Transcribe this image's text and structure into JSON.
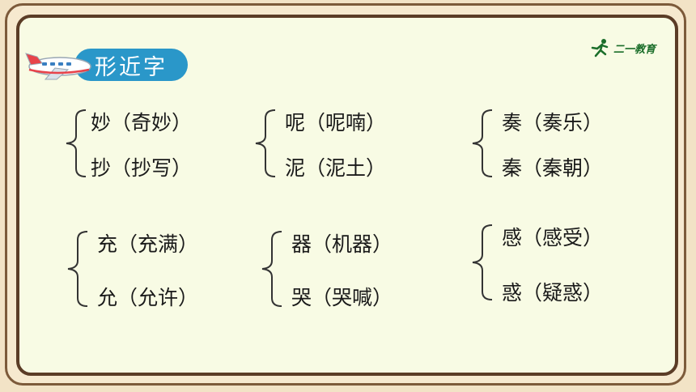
{
  "heading": {
    "title": "形近字",
    "icon": "airplane-icon"
  },
  "logo": {
    "text": "二一教育",
    "icon": "runner-icon"
  },
  "groups": [
    {
      "a": "妙（奇妙）",
      "b": "抄（抄写）"
    },
    {
      "a": "呢（呢喃）",
      "b": "泥（泥土）"
    },
    {
      "a": "奏（奏乐）",
      "b": "秦（秦朝）"
    },
    {
      "a": "充（充满）",
      "b": "允（允许）"
    },
    {
      "a": "器（机器）",
      "b": "哭（哭喊）"
    },
    {
      "a": "感（感受）",
      "b": "惑（疑惑）"
    }
  ],
  "colors": {
    "badge": "#2a97c9",
    "frame": "#5b3c26",
    "board": "#f8fbe4",
    "logo": "#1b6e2a"
  }
}
